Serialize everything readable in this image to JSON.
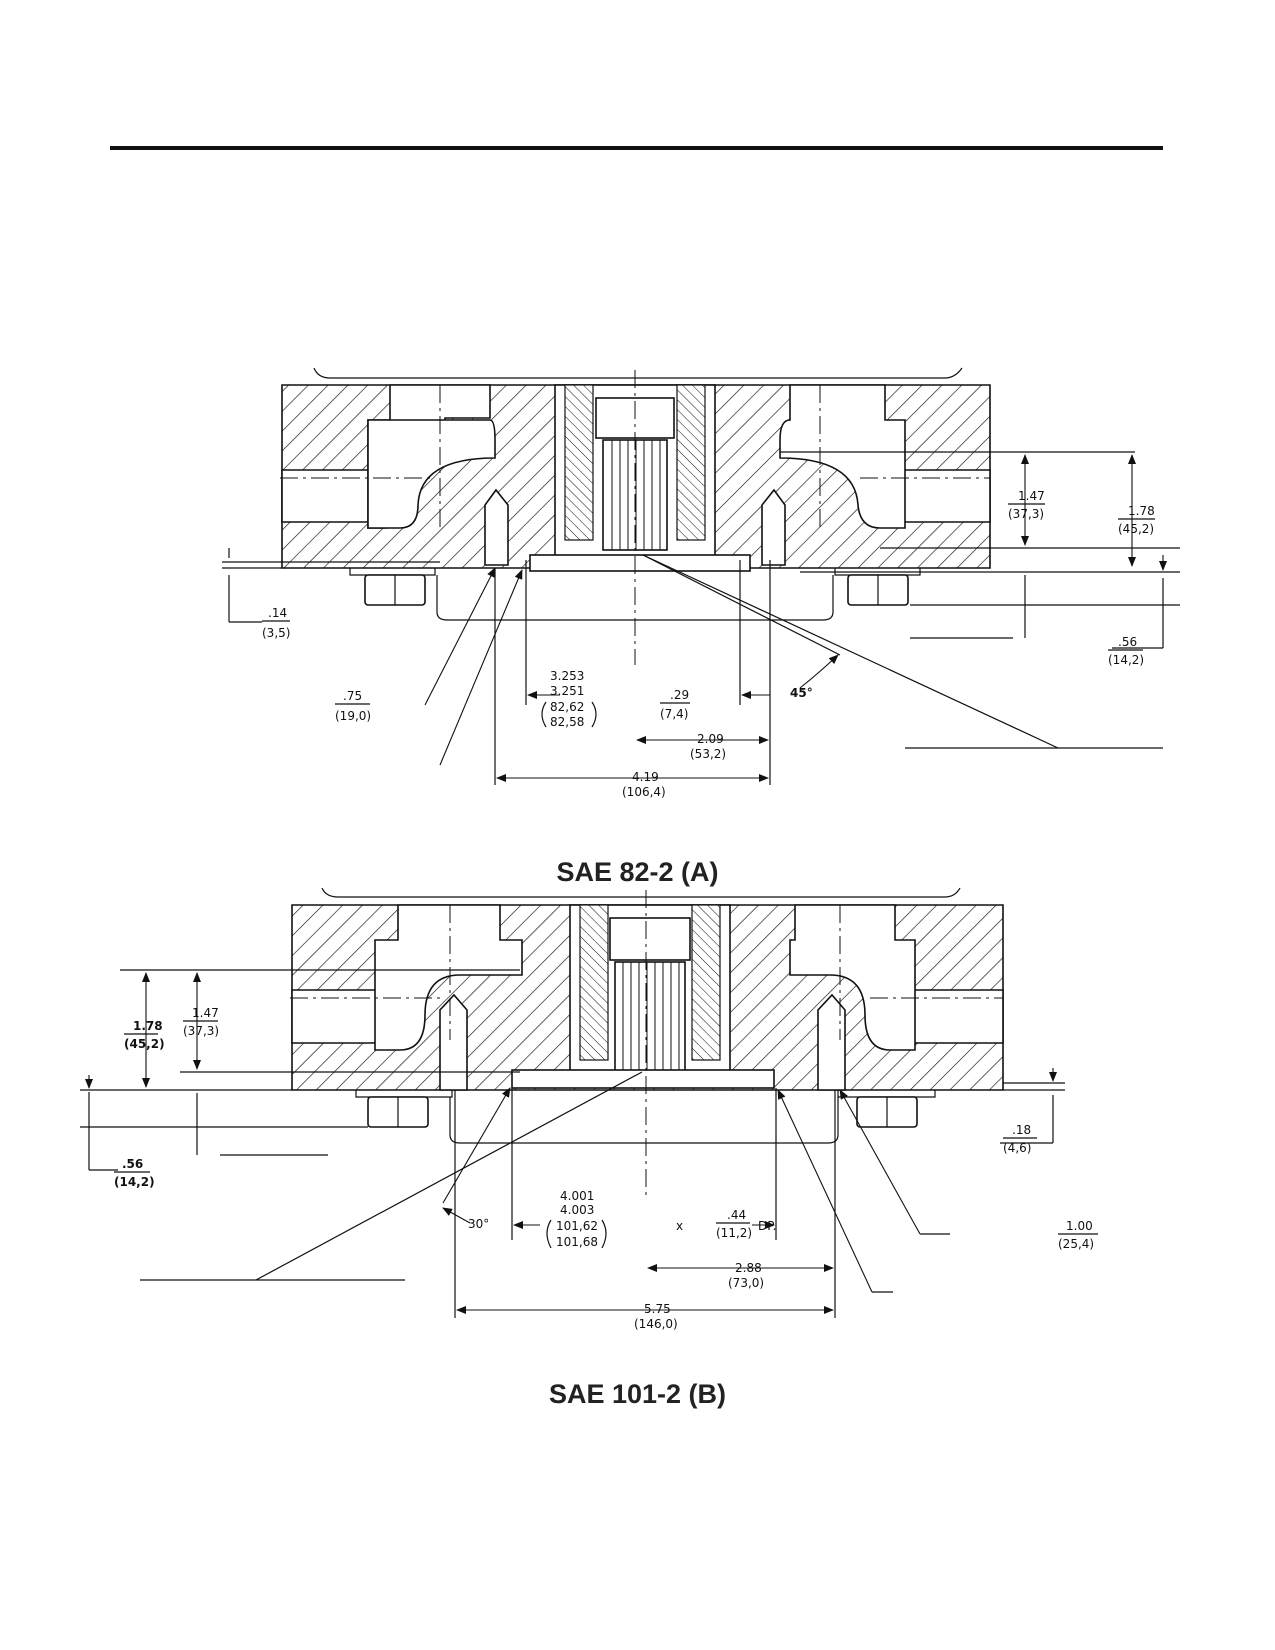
{
  "views": [
    {
      "caption": "SAE 82-2 (A)",
      "dimensions": {
        "d_014": ".14",
        "d_014_mm": "(3,5)",
        "d_075": ".75",
        "d_075_mm": "(19,0)",
        "d_3253": "3.253",
        "d_3251": "3.251",
        "d_8262": "82,62",
        "d_8258": "82,58",
        "d_029": ".29",
        "d_029_mm": "(7,4)",
        "angle": "45°",
        "d_209": "2.09",
        "d_209_mm": "(53,2)",
        "d_419": "4.19",
        "d_419_mm": "(106,4)",
        "d_147": "1.47",
        "d_147_mm": "(37,3)",
        "d_178": "1.78",
        "d_178_mm": "(45,2)",
        "d_056": ".56",
        "d_056_mm": "(14,2)"
      }
    },
    {
      "caption": "SAE 101-2 (B)",
      "dimensions": {
        "d_178": "1.78",
        "d_178_mm": "(45,2)",
        "d_147": "1.47",
        "d_147_mm": "(37,3)",
        "d_056": ".56",
        "d_056_mm": "(14,2)",
        "angle": "30°",
        "d_4001": "4.001",
        "d_4003": "4.003",
        "d_10162": "101,62",
        "d_10168": "101,68",
        "thread_x": "x",
        "d_044": ".44",
        "d_044_mm": "(11,2)",
        "thread_dp": "DP.",
        "d_288": "2.88",
        "d_288_mm": "(73,0)",
        "d_575": "5.75",
        "d_575_mm": "(146,0)",
        "d_018": ".18",
        "d_018_mm": "(4,6)",
        "d_100": "1.00",
        "d_100_mm": "(25,4)"
      }
    }
  ]
}
